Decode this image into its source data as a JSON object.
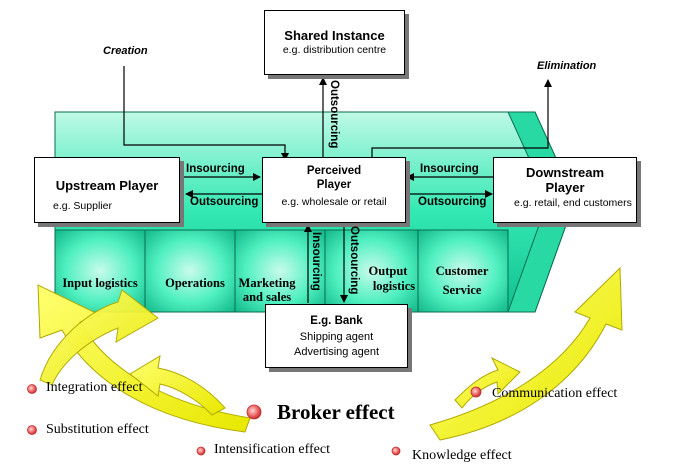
{
  "side_labels": {
    "creation": "Creation",
    "elimination": "Elimination"
  },
  "shared_instance": {
    "title": "Shared Instance",
    "subtitle": "e.g. distribution centre"
  },
  "upstream": {
    "title": "Upstream Player",
    "subtitle": "e.g. Supplier"
  },
  "perceived": {
    "title_line1": "Perceived",
    "title_line2": "Player",
    "subtitle": "e.g. wholesale or retail"
  },
  "downstream": {
    "title_line1": "Downstream",
    "title_line2": "Player",
    "subtitle": "e.g. retail, end customers"
  },
  "bank": {
    "title": "E.g. Bank",
    "line1": "Shipping agent",
    "line2": "Advertising agent"
  },
  "flows": {
    "insourcing_left": "Insourcing",
    "outsourcing_left": "Outsourcing",
    "insourcing_right": "Insourcing",
    "outsourcing_right": "Outsourcing",
    "outsourcing_up": "Outsourcing",
    "insourcing_down": "Insourcing",
    "outsourcing_down": "Outsourcing"
  },
  "activities": {
    "input_logistics": "Input logistics",
    "operations": "Operations",
    "marketing_line1": "Marketing",
    "marketing_line2": "and sales",
    "output_line1": "Output",
    "output_line2": "logistics",
    "service_line1": "Customer",
    "service_line2": "Service"
  },
  "effects": {
    "integration": "Integration effect",
    "substitution": "Substitution effect",
    "broker": "Broker effect",
    "intensification": "Intensification effect",
    "knowledge": "Knowledge effect",
    "communication": "Communication effect"
  },
  "colors": {
    "chain_fill": "#2ee6b0",
    "chain_dark": "#0aa37a",
    "swirl_arrow": "#ffff2a",
    "bullet": "#e84a4a"
  }
}
